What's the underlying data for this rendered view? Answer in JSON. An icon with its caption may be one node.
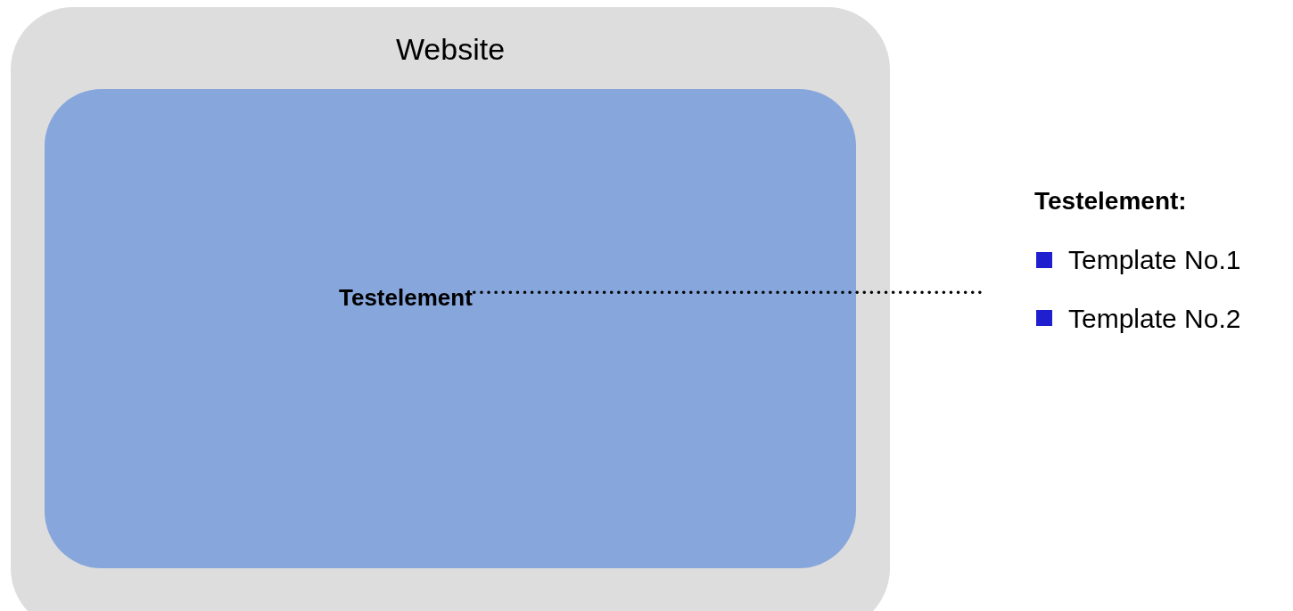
{
  "diagram": {
    "nodes": [
      {
        "text": [
          "Website"
        ]
      },
      {
        "text": [],
        "shape": "box",
        "in": 0
      },
      {
        "text": [
          "Testelement"
        ],
        "in": 1
      },
      {
        "text": [
          "Testelement:",
          "Template No.1",
          "Template No.2"
        ]
      }
    ],
    "edges": [
      {
        "from": 2,
        "to": 3,
        "arrow": "none",
        "style": "dashed"
      }
    ]
  }
}
